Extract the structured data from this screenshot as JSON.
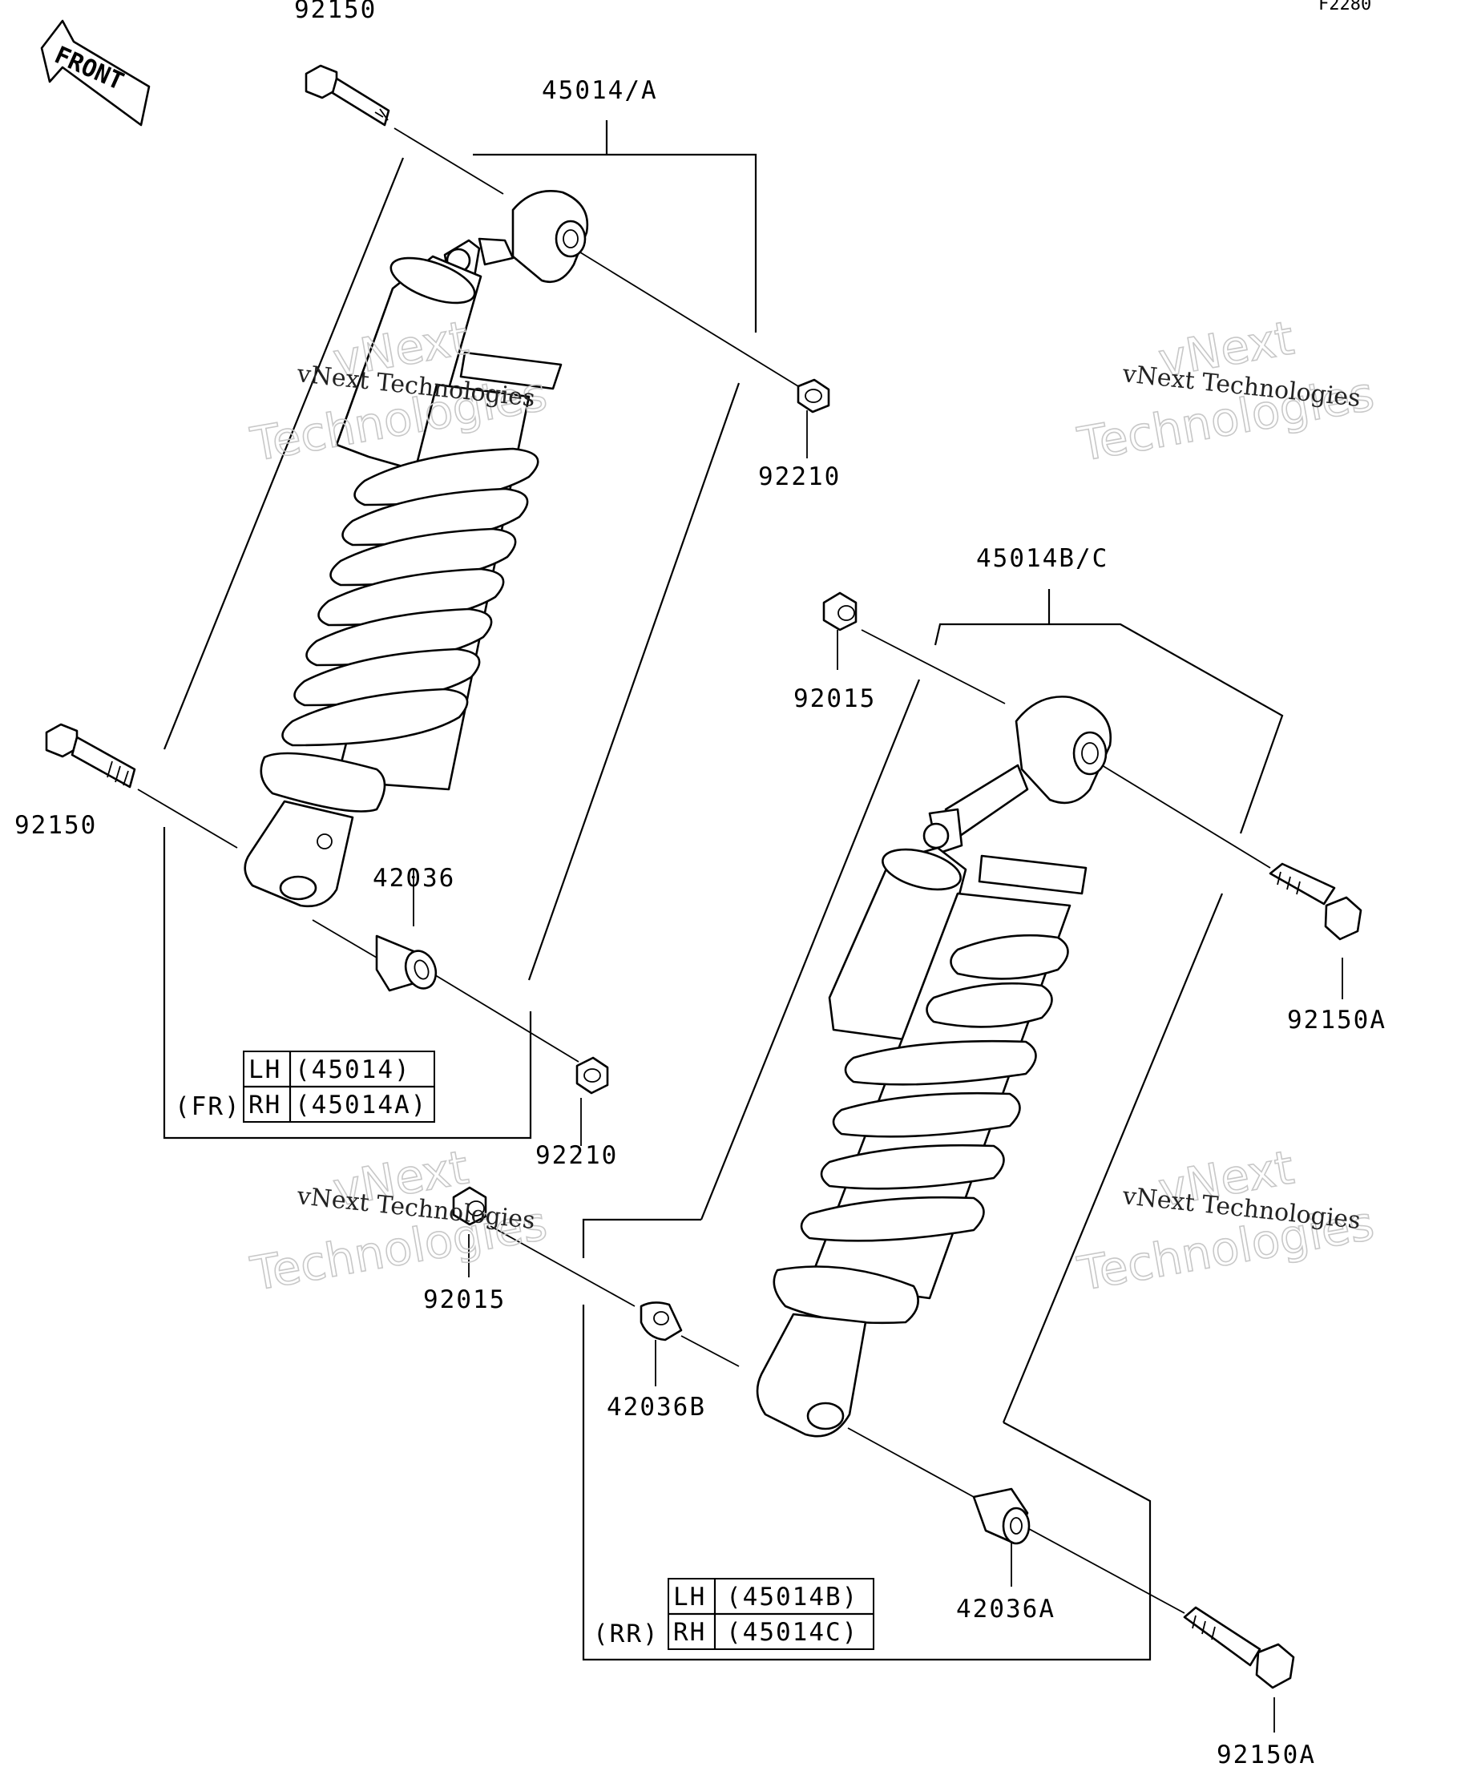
{
  "page_code": "F2280",
  "front_label": "FRONT",
  "parts": {
    "bolt_top": "92150",
    "shock_front": "45014/A",
    "nut_front_upper": "92210",
    "bolt_front_lower": "92150",
    "collar_front": "42036",
    "nut_front_lower": "92210",
    "shock_rear": "45014B/C",
    "nut_rear_upper_right": "92015",
    "bolt_rear_upper": "92150A",
    "nut_rear_left": "92015",
    "collar_rear_left": "42036B",
    "collar_rear_right": "42036A",
    "bolt_rear_lower": "92150A"
  },
  "front_table": {
    "group": "(FR)",
    "rows": [
      {
        "side": "LH",
        "part": "(45014)"
      },
      {
        "side": "RH",
        "part": "(45014A)"
      }
    ]
  },
  "rear_table": {
    "group": "(RR)",
    "rows": [
      {
        "side": "LH",
        "part": "(45014B)"
      },
      {
        "side": "RH",
        "part": "(45014C)"
      }
    ]
  },
  "watermark": {
    "line1": "vNext Technologies",
    "line2a": "vNext",
    "line2b": "Technologies"
  }
}
